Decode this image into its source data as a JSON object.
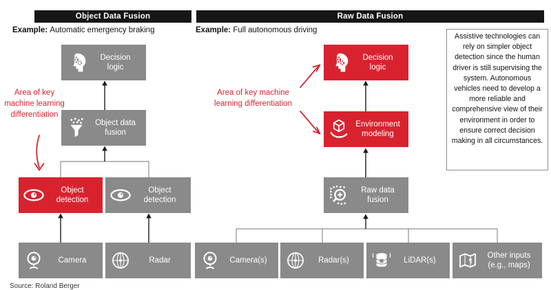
{
  "header": {
    "object_data_fusion": "Object Data Fusion",
    "raw_data_fusion": "Raw Data Fusion"
  },
  "examples": {
    "label": "Example:",
    "left": "Automatic emergency braking",
    "right": "Full autonomous driving"
  },
  "left_flow": {
    "decision_logic": "Decision logic",
    "object_data_fusion": "Object data fusion",
    "object_detection_camera": "Object detection",
    "object_detection_radar": "Object detection",
    "camera": "Camera",
    "radar": "Radar",
    "annotation": "Area of key machine learning differentiation"
  },
  "right_flow": {
    "decision_logic": "Decision logic",
    "environment_modeling": "Environment modeling",
    "raw_data_fusion": "Raw data fusion",
    "cameras": "Camera(s)",
    "radars": "Radar(s)",
    "lidars": "LiDAR(s)",
    "other_inputs": "Other inputs (e.g., maps)",
    "annotation": "Area of key machine learning differentiation"
  },
  "note": "Assistive technologies can rely on simpler object detection since the human driver is still supervising the system. Autonomous vehicles need to develop a more reliable and comprehensive view of their environment in order to ensure correct decision making in all circumstances.",
  "source": "Source: Roland Berger",
  "colors": {
    "accent_red": "#d8232f",
    "node_gray": "#8a8a8a",
    "header_black": "#161616",
    "connector_gray": "#8f8f8f",
    "arrow_black": "#1b1b1b"
  },
  "icons": {
    "decision_logic": "head-gears-icon",
    "object_data_fusion": "funnel-data-icon",
    "object_detection": "eye-icon",
    "camera": "webcam-icon",
    "radar": "radar-icon",
    "environment_modeling": "hand-cube-icon",
    "raw_data_fusion": "magnifier-data-icon",
    "lidar": "lidar-cylinder-icon",
    "other_inputs": "map-icon"
  }
}
